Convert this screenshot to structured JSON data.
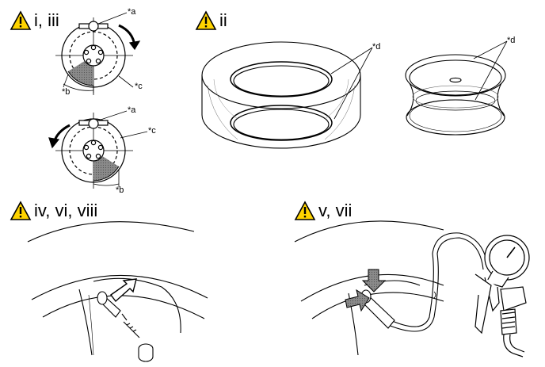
{
  "panels": [
    {
      "id": "p1",
      "heading": "i, iii",
      "icon": "warning-icon"
    },
    {
      "id": "p2",
      "heading": "ii",
      "icon": "warning-icon"
    },
    {
      "id": "p3",
      "heading": "iv, vi, viii",
      "icon": "warning-icon"
    },
    {
      "id": "p4",
      "heading": "v, vii",
      "icon": "warning-icon"
    }
  ],
  "callouts": {
    "a": "*a",
    "b": "*b",
    "c": "*c",
    "d": "*d"
  },
  "colors": {
    "warning_fill": "#ffd400",
    "line": "#000000",
    "shade": "#7a7a7a"
  }
}
